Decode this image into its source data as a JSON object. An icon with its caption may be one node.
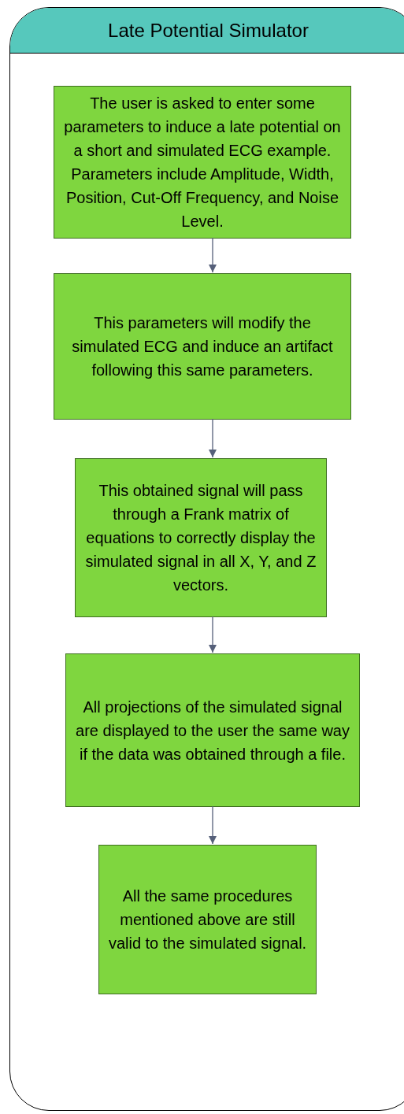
{
  "diagram": {
    "nodes": [
      {
        "text": [
          "Late Potential Simulator"
        ]
      },
      {
        "text": [
          "The user is asked to enter some parameters to induce a late potential on a short and simulated ECG example. Parameters include Amplitude, Width, Position, Cut-Off Frequency, and Noise Level."
        ],
        "in": 0
      },
      {
        "text": [
          "This parameters will modify the simulated ECG and induce an artifact following this same parameters."
        ],
        "in": 0
      },
      {
        "text": [
          "This obtained signal will pass through a Frank matrix of equations to correctly display the simulated signal in all X, Y, and Z vectors."
        ],
        "in": 0
      },
      {
        "text": [
          "All projections of the simulated signal are displayed to the user the same way if the data was obtained through a file."
        ],
        "in": 0
      },
      {
        "text": [
          "All the same procedures mentioned above are still valid to the simulated signal."
        ],
        "in": 0
      }
    ],
    "edges": [
      {
        "from": 1,
        "to": 2,
        "arrow": "to"
      },
      {
        "from": 2,
        "to": 3,
        "arrow": "to"
      },
      {
        "from": 3,
        "to": 4,
        "arrow": "to"
      },
      {
        "from": 4,
        "to": 5,
        "arrow": "to"
      }
    ]
  }
}
